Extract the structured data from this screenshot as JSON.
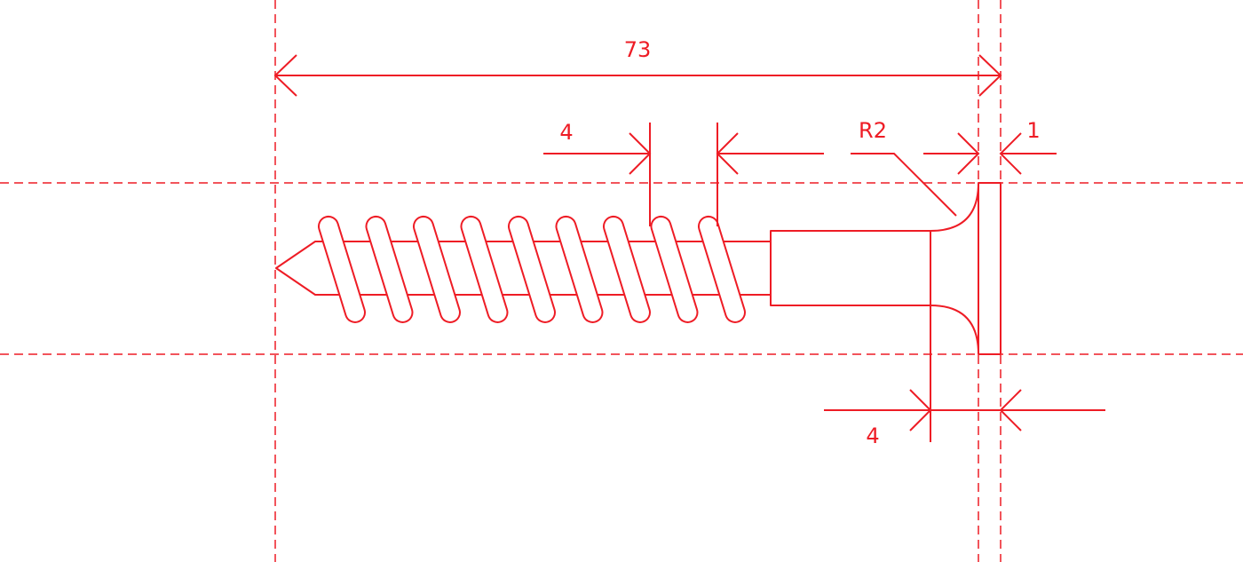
{
  "colors": {
    "stroke": "#ee1c25",
    "background": "#ffffff"
  },
  "dimensions": {
    "overall_length": "73",
    "thread_pitch": "4",
    "head_radius": "R2",
    "head_thickness": "1",
    "head_offset": "4"
  }
}
